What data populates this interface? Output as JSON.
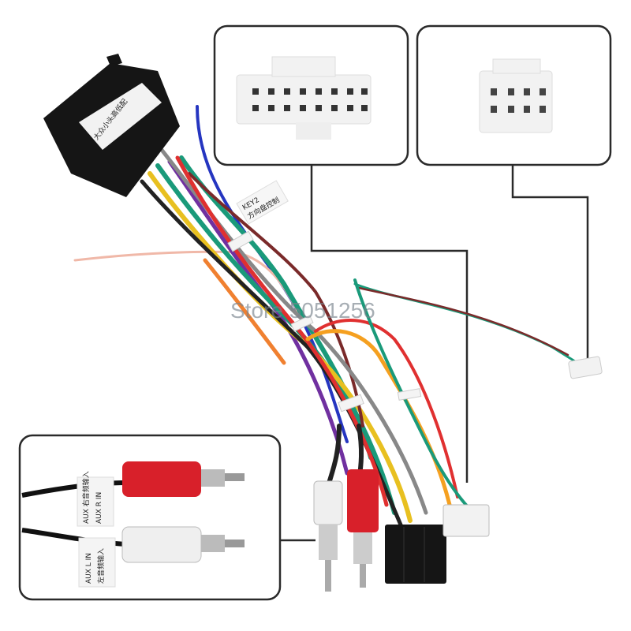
{
  "labels": {
    "box_label": "大众小头高低配",
    "key_tag_line1": "KEY2",
    "key_tag_line2": "方向盘控制",
    "aux_r_line1": "AUX 右音频输入",
    "aux_r_line2": "AUX R IN",
    "aux_l_line1": "AUX L IN",
    "aux_l_line2": "左音频输入"
  },
  "watermark": "Store 5051256",
  "colors": {
    "callout_border": "#2a2a2a",
    "connector_white": "#f2f2f2",
    "rca_red": "#d8202a",
    "rca_white": "#efefef",
    "box_black": "#151515"
  }
}
